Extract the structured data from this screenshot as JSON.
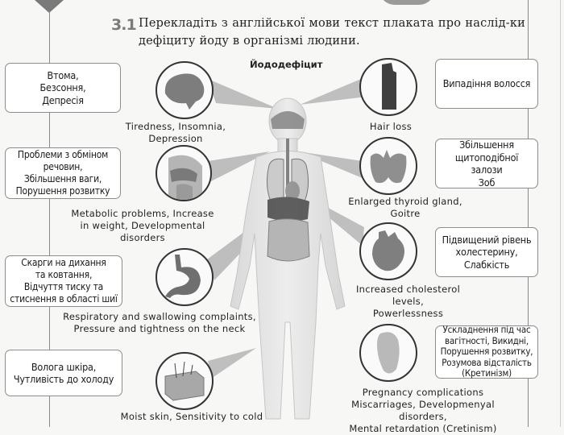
{
  "task": {
    "number": "3.1",
    "text": "Перекладіть з англійської мови текст плаката про наслід-­ки дефіциту йоду в організмі людини."
  },
  "poster": {
    "title": "Йододефіцит",
    "left_items": [
      {
        "ua": "Втома,\nБезсоння,\nДепресія",
        "en": "Tiredness, Insomnia, Depression",
        "icon": "brain-icon"
      },
      {
        "ua": "Проблеми з обміном\nречовин,\nЗбільшення ваги,\nПорушення розвитку",
        "en": "Metabolic problems, Increase\nin weight, Developmental disorders",
        "icon": "head-cross-section-icon"
      },
      {
        "ua": "Скарги на дихання\nта ковтання,\nВідчуття тиску та\nстиснення в області шиї",
        "en": "Respiratory and swallowing complaints,\nPressure and tightness on the neck",
        "icon": "stomach-icon"
      },
      {
        "ua": "Волога шкіра,\nЧутливість до холоду",
        "en": "Moist skin, Sensitivity to cold",
        "icon": "skin-layers-icon"
      }
    ],
    "right_items": [
      {
        "ua": "Випадіння волосся",
        "en": "Hair loss",
        "icon": "hair-strand-icon"
      },
      {
        "ua": "Збільшення\nщитоподібної залози\nЗоб",
        "en": "Enlarged thyroid gland,\nGoitre",
        "icon": "thyroid-icon"
      },
      {
        "ua": "Підвищений рівень\nхолестерину,\nСлабкість",
        "en": "Increased cholesterol levels,\nPowerlessness",
        "icon": "heart-icon"
      },
      {
        "ua": "Ускладнення під час\nвагітності, Викидні,\nПорушення розвитку,\nРозумова відсталість\n(Кретинізм)",
        "en": "Pregnancy complications\nMiscarriages, Developmenyal disorders,\nMental retardation (Cretinism)",
        "icon": "fetus-icon"
      }
    ]
  }
}
